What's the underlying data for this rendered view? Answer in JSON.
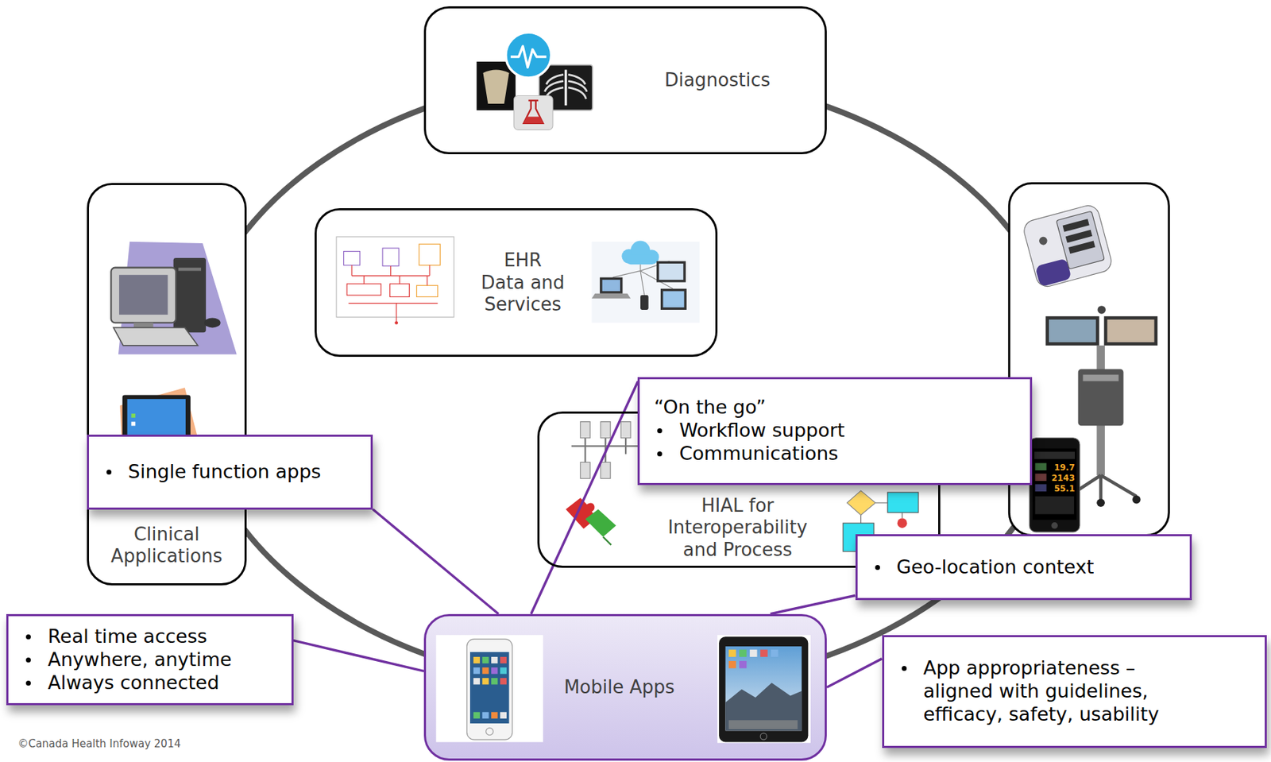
{
  "diagram": {
    "nodes": [
      {
        "text": [
          "Diagnostics"
        ]
      },
      {
        "text": [
          "Clinical Applications"
        ]
      },
      {
        "text": [
          "EHR Data and Services"
        ]
      },
      {
        "text": [
          "“On the go”",
          "Workflow support",
          "Communications"
        ]
      },
      {
        "text": [
          "Single function apps"
        ]
      },
      {
        "text": [
          "HIAL for Interoperability and Process"
        ]
      },
      {
        "text": [
          "Geo-location context"
        ]
      },
      {
        "text": [
          "Real time access",
          "Anywhere, anytime",
          "Always connected"
        ]
      },
      {
        "text": [
          "Mobile Apps"
        ]
      },
      {
        "text": [
          "App appropriateness – aligned with guidelines, efficacy, safety, usability"
        ]
      }
    ],
    "edges": [
      {
        "from": 3,
        "to": 8,
        "arrow": "none"
      },
      {
        "from": 4,
        "to": 8,
        "arrow": "none"
      },
      {
        "from": 6,
        "to": 8,
        "arrow": "none"
      },
      {
        "from": 7,
        "to": 8,
        "arrow": "none"
      },
      {
        "from": 9,
        "to": 8,
        "arrow": "none"
      }
    ],
    "labels": [
      "19.7",
      "2143",
      "55.1",
      "©Canada Health Infoway 2014"
    ]
  }
}
